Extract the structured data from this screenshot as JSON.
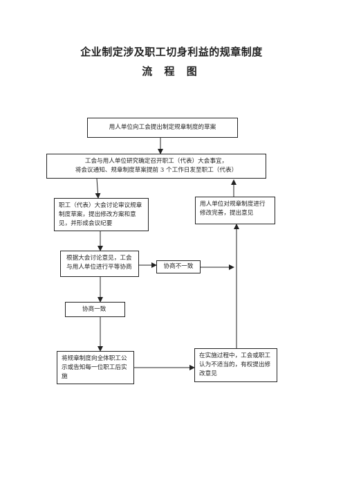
{
  "header": {
    "title": "企业制定涉及职工切身利益的规章制度",
    "subtitle": "流 程 图"
  },
  "flow": {
    "step1": "用人单位向工会提出制定规章制度的草案",
    "step2_line1": "工会与用人单位研究确定召开职工（代表）大会事宜，",
    "step2_line2": "将会议通知、规章制度草案提前 3 个工作日发至职工（代表）",
    "step3": "职工（代表）大会讨论审议规章制度草案，提出修改方案和意见，并形成会议纪要",
    "step4": "根据大会讨论意见，工会与用人单位进行平等协商",
    "disagree": "协商不一致",
    "agree": "协商一致",
    "revise": "用人单位对规章制度进行修改完善，提出意见",
    "publish": "将规章制度向全体职工公示或告知每一位职工后实施",
    "implement": "在实施过程中，工会或职工认为不适当的，有权提出修改意见"
  }
}
